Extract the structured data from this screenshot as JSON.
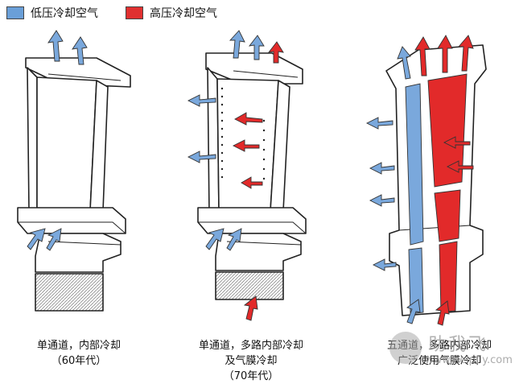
{
  "legend": {
    "low": {
      "label": "低压冷却空气",
      "color": "#6a9fd8"
    },
    "high": {
      "label": "高压冷却空气",
      "color": "#e03030"
    }
  },
  "blades": [
    {
      "caption_lines": [
        "单通道，内部冷却",
        "（60年代）"
      ]
    },
    {
      "caption_lines": [
        "单通道，多路内部冷却",
        "及气膜冷却",
        "（70年代）"
      ]
    },
    {
      "caption_lines": [
        "五通道，多路内部冷却",
        "广泛使用气膜冷却"
      ]
    }
  ],
  "colors": {
    "outline": "#222222",
    "low_air": "#7aa8dc",
    "high_air": "#e22a2a"
  },
  "watermark": {
    "cn": "助我飞",
    "url": "www.helpfly.com"
  }
}
